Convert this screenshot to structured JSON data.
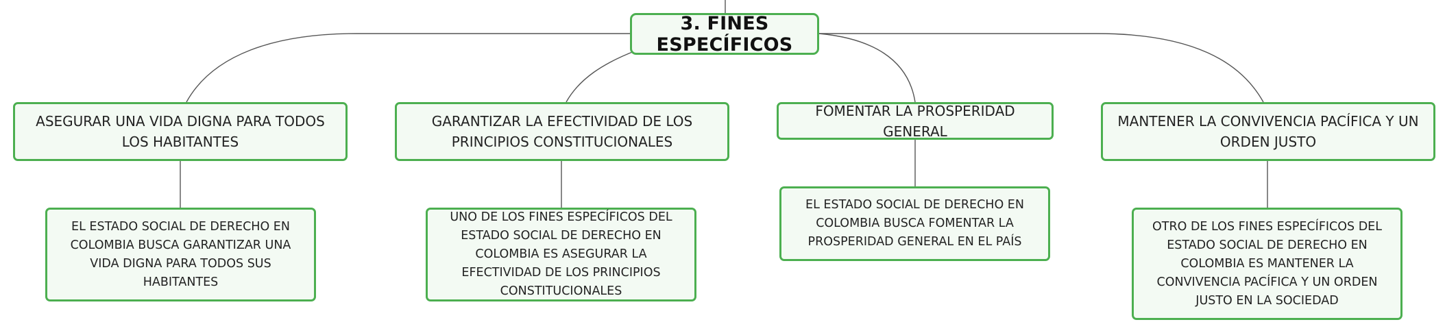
{
  "root": {
    "label": "3. FINES ESPECÍFICOS"
  },
  "branches": [
    {
      "label": "ASEGURAR UNA VIDA DIGNA PARA TODOS LOS HABITANTES",
      "detail": "EL ESTADO SOCIAL DE DERECHO EN COLOMBIA BUSCA GARANTIZAR UNA VIDA DIGNA PARA TODOS SUS HABITANTES"
    },
    {
      "label": "GARANTIZAR LA EFECTIVIDAD DE LOS PRINCIPIOS CONSTITUCIONALES",
      "detail": "UNO DE LOS FINES ESPECÍFICOS DEL ESTADO SOCIAL DE DERECHO EN COLOMBIA ES ASEGURAR LA EFECTIVIDAD DE LOS PRINCIPIOS CONSTITUCIONALES"
    },
    {
      "label": "FOMENTAR LA PROSPERIDAD GENERAL",
      "detail": "EL ESTADO SOCIAL DE DERECHO EN COLOMBIA BUSCA FOMENTAR LA PROSPERIDAD GENERAL EN EL PAÍS"
    },
    {
      "label": "MANTENER LA CONVIVENCIA PACÍFICA Y UN ORDEN JUSTO",
      "detail": "OTRO DE LOS FINES ESPECÍFICOS DEL ESTADO SOCIAL DE DERECHO EN COLOMBIA ES MANTENER LA CONVIVENCIA PACÍFICA Y UN ORDEN JUSTO EN LA SOCIEDAD"
    }
  ],
  "colors": {
    "node_border": "#4caf50",
    "node_fill": "#f3faf3",
    "connector": "#555555",
    "text": "#222222"
  }
}
